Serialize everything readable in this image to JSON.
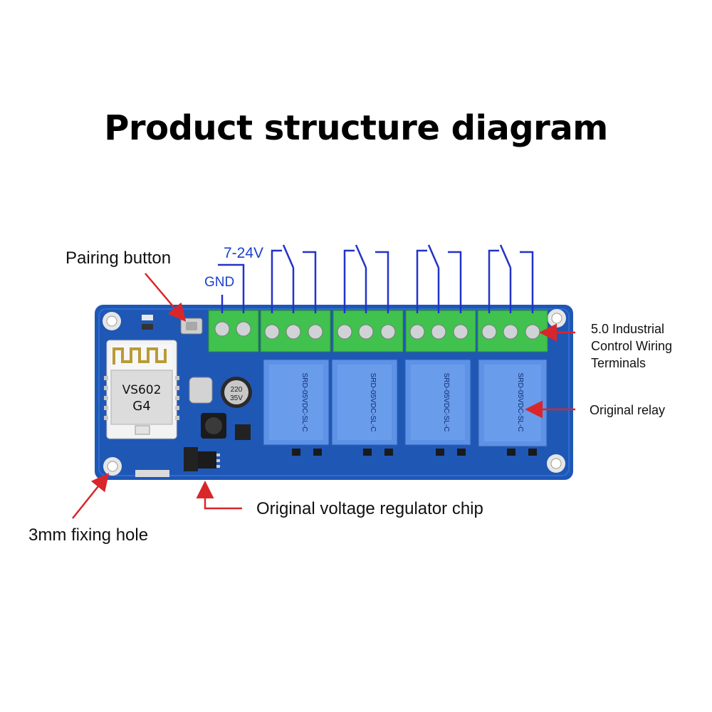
{
  "title": "Product structure diagram",
  "callouts": {
    "pairing_button": "Pairing button",
    "terminals_line1": "5.0 Industrial",
    "terminals_line2": "Control Wiring",
    "terminals_line3": "Terminals",
    "relay": "Original relay",
    "regulator": "Original voltage regulator chip",
    "fixing_hole": "3mm fixing hole"
  },
  "wiring": {
    "voltage": "7-24V",
    "ground": "GND"
  },
  "module": {
    "model": "VS602",
    "variant": "G4"
  },
  "relay_part": "SRD-05VDC-SL-C",
  "capacitor": {
    "line1": "220",
    "line2": "35V"
  },
  "colors": {
    "board": "#1f57b5",
    "terminal": "#3fbf4f",
    "relay": "#5d92e6",
    "arrow": "#d9262a",
    "wire": "#2233c8"
  }
}
